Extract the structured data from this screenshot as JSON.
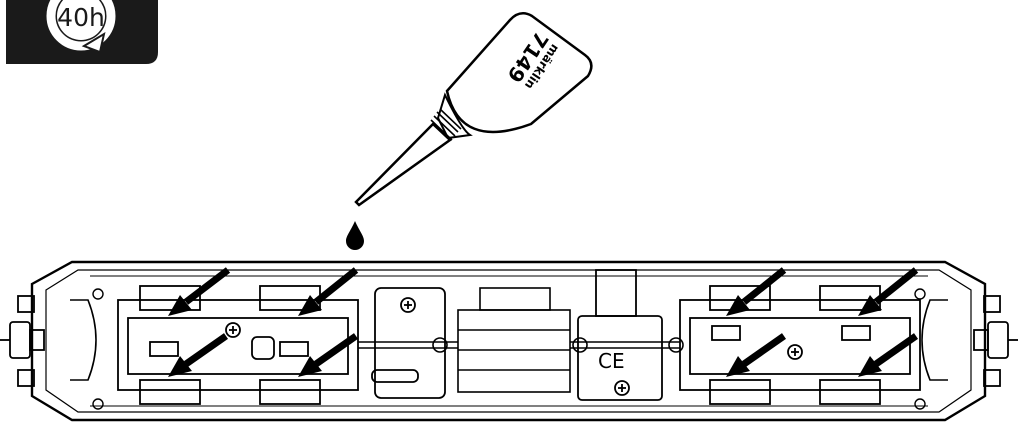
{
  "badge": {
    "interval_label": "40h",
    "icon": "rotate-clockwise-icon",
    "background_color": "#1a1a1a"
  },
  "oil_bottle": {
    "label_brand": "märklin",
    "label_number": "7149",
    "icon": "oil-dropper-icon"
  },
  "diagram": {
    "subject": "locomotive-underside",
    "lubrication_points_count": 8,
    "line_color": "#000000"
  }
}
